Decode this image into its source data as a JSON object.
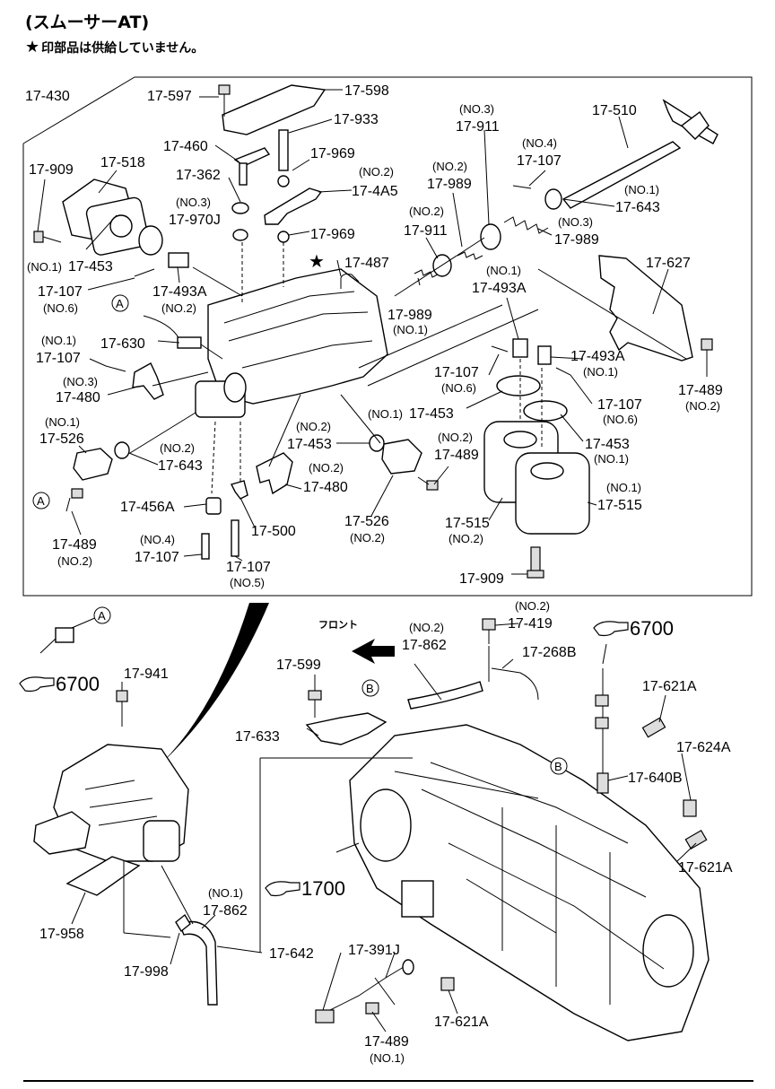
{
  "title": "(スムーサーAT)",
  "note": "印部品は供給していません。",
  "front_label": "フロント",
  "circle_a": "A",
  "circle_b": "B",
  "refs": {
    "r6700a": "6700",
    "r6700b": "6700",
    "r1700": "1700"
  },
  "labels": {
    "p17430": "17-430",
    "p17597": "17-597",
    "p17598": "17-598",
    "p17933": "17-933",
    "p17460": "17-460",
    "p17969a": "17-969",
    "p17362": "17-362",
    "p17909a": "17-909",
    "p17518": "17-518",
    "p174a5_no": "(NO.2)",
    "p174a5": "17-4A5",
    "p17970j_no": "(NO.3)",
    "p17970j": "17-970J",
    "p17969b": "17-969",
    "p17453a_no": "(NO.1)",
    "p17453a": "17-453",
    "p17107a": "17-107",
    "p17107a_no": "(NO.6)",
    "p17493a": "17-493A",
    "p17493a_no": "(NO.2)",
    "p17487": "17-487",
    "p17630": "17-630",
    "p17107b_no": "(NO.1)",
    "p17107b": "17-107",
    "p17480a_no": "(NO.3)",
    "p17480a": "17-480",
    "p17526a_no": "(NO.1)",
    "p17526a": "17-526",
    "p17643a_no": "(NO.2)",
    "p17643a": "17-643",
    "p17489a": "17-489",
    "p17489a_no": "(NO.2)",
    "p17456a": "17-456A",
    "p17107c_no": "(NO.4)",
    "p17107c": "17-107",
    "p17500": "17-500",
    "p17107d": "17-107",
    "p17107d_no": "(NO.5)",
    "p17453b_no": "(NO.2)",
    "p17453b": "17-453",
    "p17480b_no": "(NO.2)",
    "p17480b": "17-480",
    "p17526b": "17-526",
    "p17526b_no": "(NO.2)",
    "p17489b_no": "(NO.2)",
    "p17489b": "17-489",
    "p17911a_no": "(NO.3)",
    "p17911a": "17-911",
    "p17989a_no": "(NO.2)",
    "p17989a": "17-989",
    "p17911b_no": "(NO.2)",
    "p17911b": "17-911",
    "p17989b": "17-989",
    "p17989b_no": "(NO.1)",
    "p17107e_no": "(NO.4)",
    "p17107e": "17-107",
    "p17510": "17-510",
    "p17643b_no": "(NO.1)",
    "p17643b": "17-643",
    "p17989c_no": "(NO.3)",
    "p17989c": "17-989",
    "p17627": "17-627",
    "p17493b_no": "(NO.1)",
    "p17493b": "17-493A",
    "p17493c": "17-493A",
    "p17493c_no": "(NO.1)",
    "p17107f": "17-107",
    "p17107f_no": "(NO.6)",
    "p17489c": "17-489",
    "p17489c_no": "(NO.2)",
    "p17107g": "17-107",
    "p17107g_no": "(NO.6)",
    "p17453c_no": "(NO.1)",
    "p17453c": "17-453",
    "p17453d": "17-453",
    "p17453d_no": "(NO.1)",
    "p17515a_no": "(NO.1)",
    "p17515a": "17-515",
    "p17515b": "17-515",
    "p17515b_no": "(NO.2)",
    "p17909b": "17-909",
    "p17941": "17-941",
    "p17958": "17-958",
    "p17998": "17-998",
    "p17862a_no": "(NO.1)",
    "p17862a": "17-862",
    "p17642": "17-642",
    "p17391j": "17-391J",
    "p17489d": "17-489",
    "p17489d_no": "(NO.1)",
    "p17621a1": "17-621A",
    "p17599": "17-599",
    "p17633": "17-633",
    "p17862b_no": "(NO.2)",
    "p17862b": "17-862",
    "p17419_no": "(NO.2)",
    "p17419": "17-419",
    "p17268b": "17-268B",
    "p17621a2": "17-621A",
    "p17624a": "17-624A",
    "p17640b": "17-640B",
    "p17621a3": "17-621A"
  }
}
